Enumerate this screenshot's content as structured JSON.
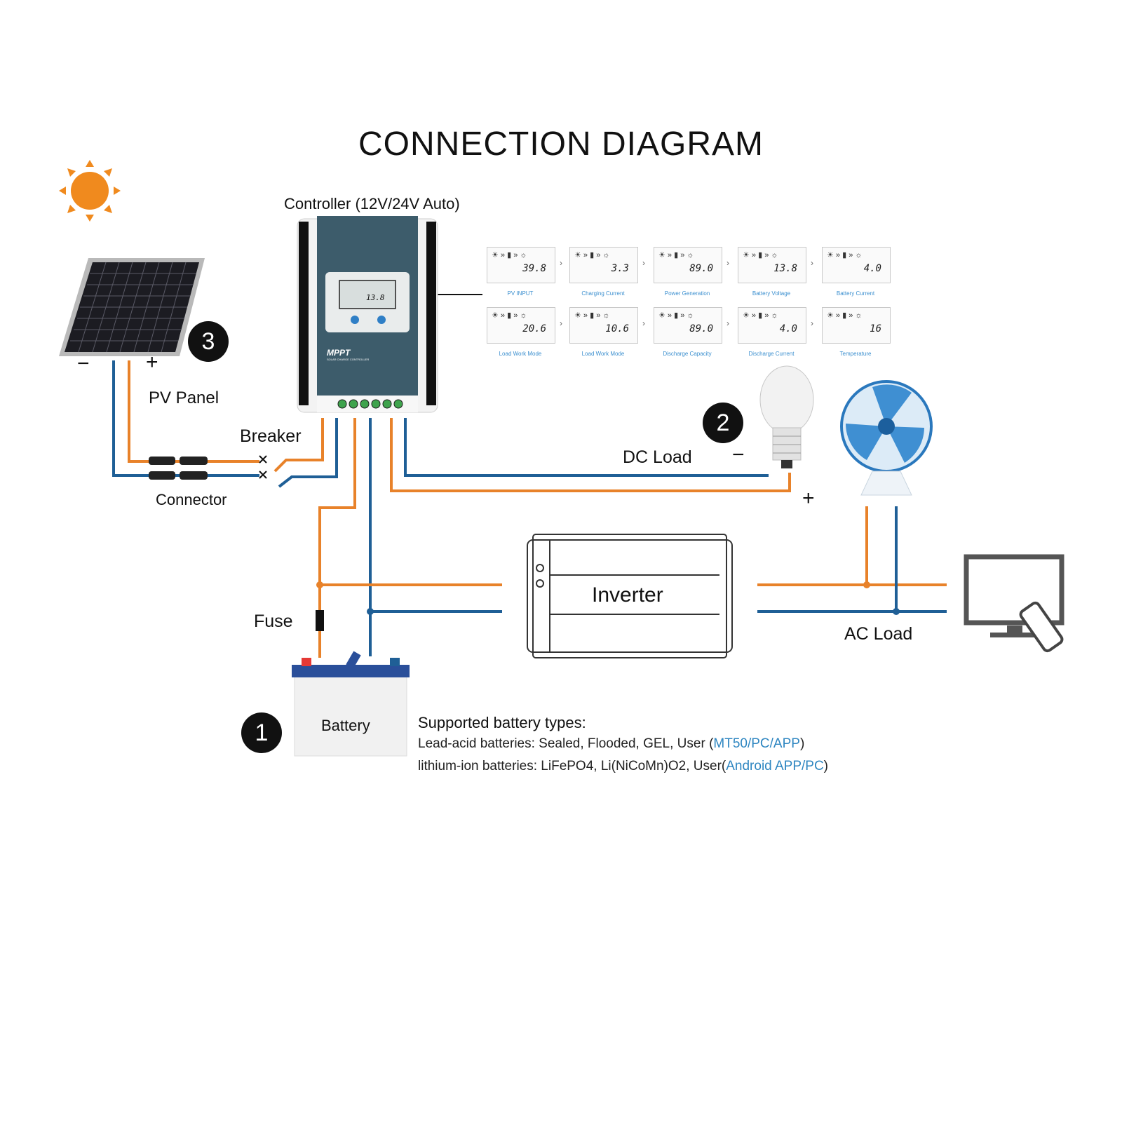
{
  "title": "CONNECTION DIAGRAM",
  "labels": {
    "controller": "Controller (12V/24V Auto)",
    "pv_panel": "PV Panel",
    "breaker": "Breaker",
    "connector": "Connector",
    "dc_load": "DC Load",
    "fuse": "Fuse",
    "inverter": "Inverter",
    "ac_load": "AC Load",
    "battery": "Battery",
    "pv_minus": "−",
    "pv_plus": "+",
    "dc_minus": "−",
    "dc_plus": "+"
  },
  "controller_device": {
    "brand": "MPPT",
    "subtitle": "SOLAR CHARGE CONTROLLER",
    "lcd_value": "13.8"
  },
  "badges": {
    "one": "1",
    "two": "2",
    "three": "3"
  },
  "screens_row1": [
    {
      "value": "39.8",
      "caption": "PV INPUT"
    },
    {
      "value": "3.3",
      "caption": "Charging Current"
    },
    {
      "value": "89.0",
      "caption": "Power Generation"
    },
    {
      "value": "13.8",
      "caption": "Battery Voltage"
    },
    {
      "value": "4.0",
      "caption": "Battery Current"
    }
  ],
  "screens_row2": [
    {
      "value": "20.6",
      "caption": "Load Work Mode"
    },
    {
      "value": "10.6",
      "caption": "Load Work Mode"
    },
    {
      "value": "89.0",
      "caption": "Discharge Capacity"
    },
    {
      "value": "4.0",
      "caption": "Discharge Current"
    },
    {
      "value": "16",
      "caption": "Temperature"
    }
  ],
  "battery_types": {
    "heading": "Supported battery types:",
    "lead_prefix": "Lead-acid batteries: Sealed, Flooded, GEL, User (",
    "lead_link": "MT50/PC/APP",
    "lead_suffix": ")",
    "lithium_prefix": "lithium-ion batteries: LiFePO4, Li(NiCoMn)O2, User(",
    "lithium_link": "Android APP/PC",
    "lithium_suffix": ")"
  },
  "colors": {
    "positive_wire": "#e8822a",
    "negative_wire": "#1f5f96",
    "sun": "#f08a1e",
    "controller_body": "#3d5c6b",
    "caption_blue": "#3b8fcf"
  }
}
